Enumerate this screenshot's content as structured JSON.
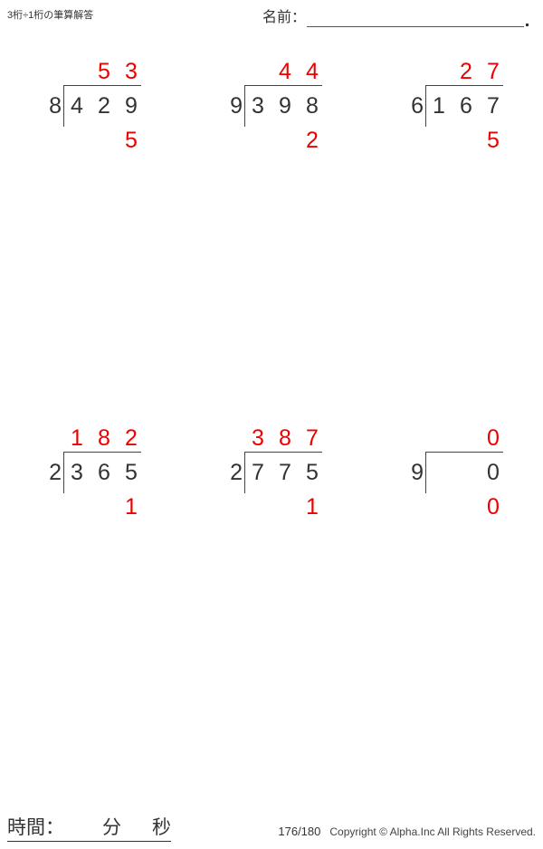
{
  "header": {
    "title": "3桁÷1桁の筆算解答",
    "name_label": "名前：",
    "name_value": ""
  },
  "problems": [
    {
      "id": "problem-1",
      "divisor": "8",
      "dividend": [
        "4",
        "2",
        "9"
      ],
      "quotient": [
        "",
        "5",
        "3"
      ],
      "remainder": [
        "",
        "",
        "5"
      ]
    },
    {
      "id": "problem-2",
      "divisor": "9",
      "dividend": [
        "3",
        "9",
        "8"
      ],
      "quotient": [
        "",
        "4",
        "4"
      ],
      "remainder": [
        "",
        "",
        "2"
      ]
    },
    {
      "id": "problem-3",
      "divisor": "6",
      "dividend": [
        "1",
        "6",
        "7"
      ],
      "quotient": [
        "",
        "2",
        "7"
      ],
      "remainder": [
        "",
        "",
        "5"
      ]
    },
    {
      "id": "problem-4",
      "divisor": "2",
      "dividend": [
        "3",
        "6",
        "5"
      ],
      "quotient": [
        "1",
        "8",
        "2"
      ],
      "remainder": [
        "",
        "",
        "1"
      ]
    },
    {
      "id": "problem-5",
      "divisor": "2",
      "dividend": [
        "7",
        "7",
        "5"
      ],
      "quotient": [
        "3",
        "8",
        "7"
      ],
      "remainder": [
        "",
        "",
        "1"
      ]
    },
    {
      "id": "problem-6",
      "divisor": "9",
      "dividend": [
        "",
        "",
        "0"
      ],
      "quotient": [
        "",
        "",
        "0"
      ],
      "remainder": [
        "",
        "",
        "0"
      ]
    }
  ],
  "footer": {
    "time_label": "時間：",
    "minutes_unit": "分",
    "seconds_unit": "秒",
    "page_number": "176/180",
    "copyright": "Copyright © Alpha.Inc All Rights Reserved."
  },
  "colors": {
    "answer_red": "#ee0000",
    "ink_dark": "#333333",
    "rule_gray": "#444444"
  }
}
